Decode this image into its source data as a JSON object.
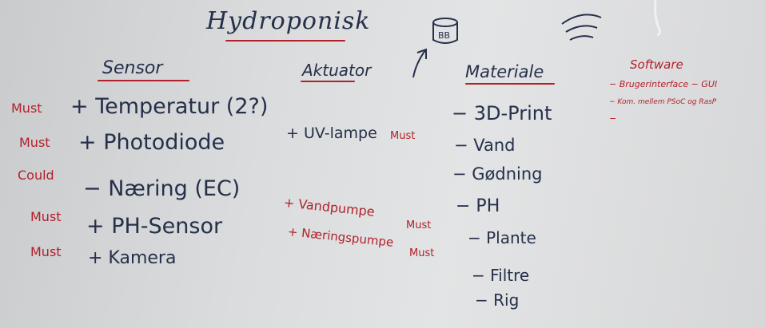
{
  "title": "Hydroponisk",
  "db_label": "BB",
  "columns": {
    "sensor": {
      "header": "Sensor",
      "items": [
        {
          "priority": "Must",
          "text": "+ Temperatur (2?)"
        },
        {
          "priority": "Must",
          "text": "+ Photodiode"
        },
        {
          "priority": "Could",
          "text": "− Næring (EC)"
        },
        {
          "priority": "Must",
          "text": "+ PH-Sensor"
        },
        {
          "priority": "Must",
          "text": "+ Kamera"
        }
      ]
    },
    "aktuator": {
      "header": "Aktuator",
      "items": [
        {
          "text": "+ UV-lampe",
          "priority": "Must"
        },
        {
          "text": "+ Vandpumpe",
          "priority": "Must"
        },
        {
          "text": "+ Næringspumpe",
          "priority": "Must"
        }
      ]
    },
    "materiale": {
      "header": "Materiale",
      "items": [
        "− 3D-Print",
        "− Vand",
        "− Gødning",
        "− PH",
        "− Plante",
        "− Filtre",
        "− Rig"
      ]
    },
    "software": {
      "header": "Software",
      "items": [
        "− Brugerinterface − GUI",
        "− Kom. mellem PSoC og RasP",
        "−"
      ]
    }
  },
  "colors": {
    "marker_blue": "#26304a",
    "marker_red": "#b3202a"
  },
  "icons": [
    "database-icon",
    "wifi-icon",
    "arrow-icon"
  ]
}
